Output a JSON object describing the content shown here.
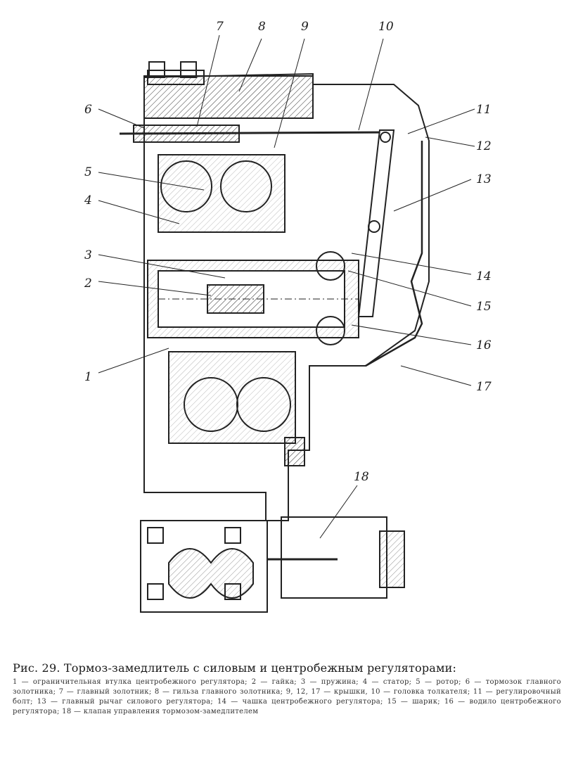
{
  "figure": {
    "callouts": [
      {
        "id": "c1",
        "text": "1"
      },
      {
        "id": "c2",
        "text": "2"
      },
      {
        "id": "c3",
        "text": "3"
      },
      {
        "id": "c4",
        "text": "4"
      },
      {
        "id": "c5",
        "text": "5"
      },
      {
        "id": "c6",
        "text": "6"
      },
      {
        "id": "c7",
        "text": "7"
      },
      {
        "id": "c8",
        "text": "8"
      },
      {
        "id": "c9",
        "text": "9"
      },
      {
        "id": "c10",
        "text": "10"
      },
      {
        "id": "c11",
        "text": "11"
      },
      {
        "id": "c12",
        "text": "12"
      },
      {
        "id": "c13",
        "text": "13"
      },
      {
        "id": "c14",
        "text": "14"
      },
      {
        "id": "c15",
        "text": "15"
      },
      {
        "id": "c16",
        "text": "16"
      },
      {
        "id": "c17",
        "text": "17"
      },
      {
        "id": "c18",
        "text": "18"
      }
    ]
  },
  "caption": {
    "title": "Рис. 29. Тормоз-замедлитель с силовым и центробежным регуляторами:",
    "body": "1 — ограничительная втулка центробежного регулятора; 2 — гайка; 3 — пружина; 4 — статор; 5 — ротор; 6 — тормозок главного золотника; 7 — главный золотник; 8 — гильза главного золотника; 9, 12, 17 — крышки, 10 — головка толкателя; 11 — регулировочный болт; 13 — главный рычаг силового регулятора; 14 — чашка центробежного регулятора; 15 — шарик; 16 — водило центробежного регулятора; 18 — клапан управления тормозом-замедлителем"
  }
}
